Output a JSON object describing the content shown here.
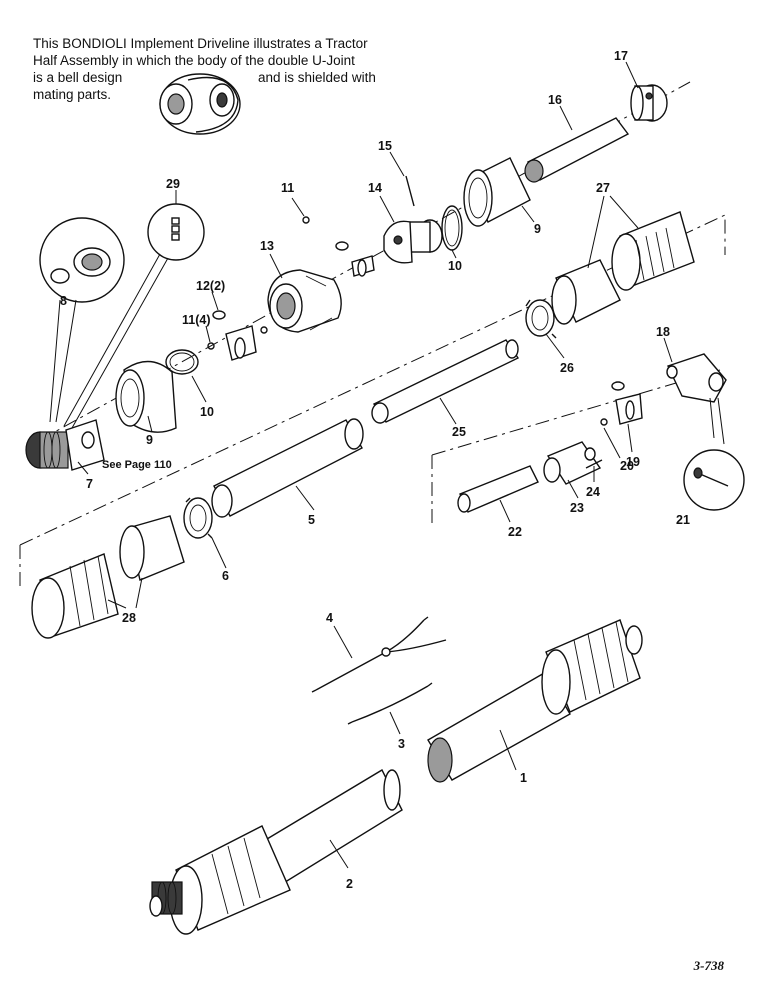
{
  "intro": {
    "line1": "This BONDIOLI Implement Driveline illustrates a Tractor",
    "line2": "Half Assembly in which the body of the double U-Joint",
    "line3a": "is a bell design",
    "line3b": "and is shielded with",
    "line4": "mating parts."
  },
  "see_page_note": "See Page 110",
  "figure_number": "3-738",
  "callouts": [
    {
      "id": "c1",
      "label": "1"
    },
    {
      "id": "c2",
      "label": "2"
    },
    {
      "id": "c3",
      "label": "3"
    },
    {
      "id": "c4",
      "label": "4"
    },
    {
      "id": "c5",
      "label": "5"
    },
    {
      "id": "c6",
      "label": "6"
    },
    {
      "id": "c7",
      "label": "7"
    },
    {
      "id": "c8",
      "label": "8"
    },
    {
      "id": "c9a",
      "label": "9"
    },
    {
      "id": "c9b",
      "label": "9"
    },
    {
      "id": "c10a",
      "label": "10"
    },
    {
      "id": "c10b",
      "label": "10"
    },
    {
      "id": "c11a",
      "label": "11"
    },
    {
      "id": "c11b",
      "label": "11(4)"
    },
    {
      "id": "c12",
      "label": "12(2)"
    },
    {
      "id": "c13",
      "label": "13"
    },
    {
      "id": "c14",
      "label": "14"
    },
    {
      "id": "c15",
      "label": "15"
    },
    {
      "id": "c16",
      "label": "16"
    },
    {
      "id": "c17",
      "label": "17"
    },
    {
      "id": "c18",
      "label": "18"
    },
    {
      "id": "c19",
      "label": "19"
    },
    {
      "id": "c20",
      "label": "20"
    },
    {
      "id": "c21",
      "label": "21"
    },
    {
      "id": "c22",
      "label": "22"
    },
    {
      "id": "c23",
      "label": "23"
    },
    {
      "id": "c24",
      "label": "24"
    },
    {
      "id": "c25",
      "label": "25"
    },
    {
      "id": "c26",
      "label": "26"
    },
    {
      "id": "c27",
      "label": "27"
    },
    {
      "id": "c28",
      "label": "28"
    },
    {
      "id": "c29",
      "label": "29"
    }
  ]
}
